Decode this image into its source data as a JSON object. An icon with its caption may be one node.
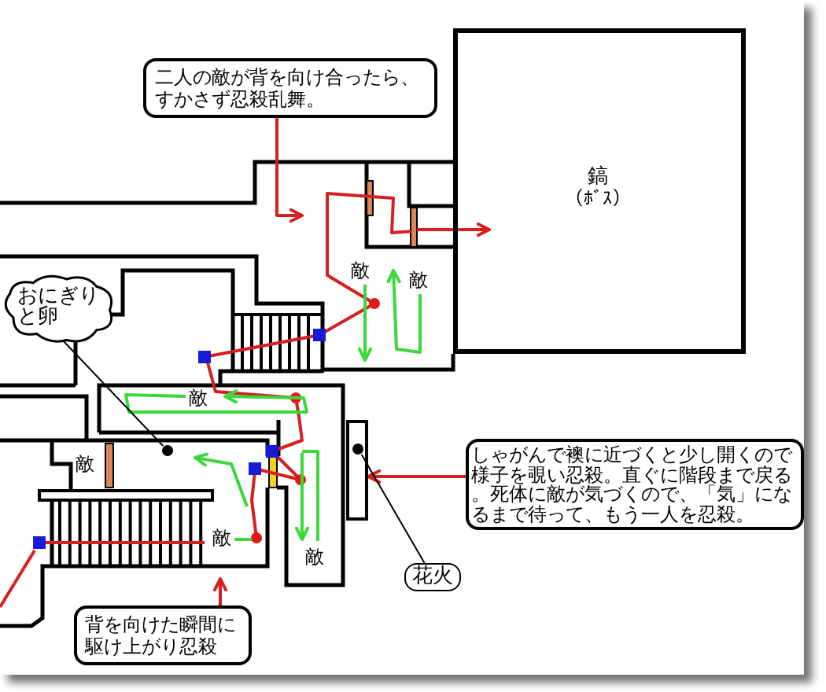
{
  "diagram": {
    "nodes": [
      {
        "text": [
          "二人の敵が背を向け合ったら、すかさず忍殺乱舞。"
        ]
      },
      {
        "text": [
          "鎬",
          "（ﾎﾞｽ）"
        ]
      },
      {
        "text": [
          "おにぎりと卵"
        ]
      },
      {
        "text": [],
        "shape": "circle"
      },
      {
        "text": [
          "しゃがんで襖に近づくと少し開くので様子を覗い忍殺。直ぐに階段まで戻る。死体に敵が気づくので、「気」になるまで待って、もう一人を忍殺。"
        ]
      },
      {
        "text": [
          "花火"
        ]
      },
      {
        "text": [],
        "shape": "box"
      },
      {
        "text": [],
        "shape": "circle",
        "in": 6
      },
      {
        "text": [
          "背を向けた瞬間に駆け上がり忍殺"
        ]
      }
    ],
    "edges": [
      {
        "from": 0,
        "to": null,
        "arrow": "to"
      },
      {
        "from": 2,
        "to": 3,
        "arrow": "none",
        "color": "#000000"
      },
      {
        "from": 4,
        "to": 6,
        "arrow": "to"
      },
      {
        "from": 5,
        "to": 7,
        "arrow": "none",
        "color": "#000000"
      },
      {
        "from": 8,
        "to": null,
        "arrow": "to"
      }
    ],
    "labels": [
      "敵",
      "敵",
      "敵",
      "敵",
      "敵",
      "敵"
    ]
  }
}
